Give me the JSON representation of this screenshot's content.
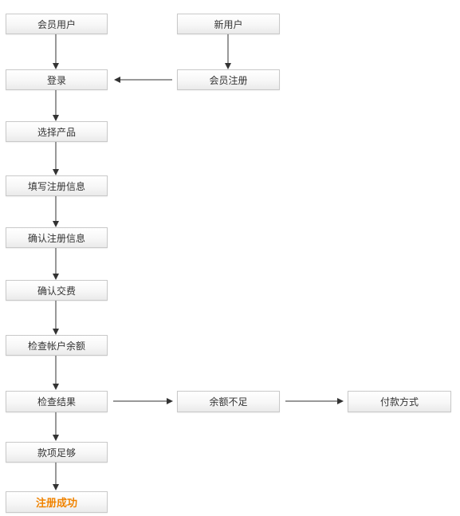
{
  "flowchart": {
    "nodes": {
      "member_user": "会员用户",
      "new_user": "新用户",
      "login": "登录",
      "member_register": "会员注册",
      "select_product": "选择产品",
      "fill_info": "填写注册信息",
      "confirm_info": "确认注册信息",
      "confirm_payment": "确认交费",
      "check_balance": "检查帐户余额",
      "check_result": "检查结果",
      "insufficient": "余额不足",
      "payment_method": "付款方式",
      "sufficient": "款项足够",
      "success": "注册成功"
    },
    "edges": [
      [
        "member_user",
        "login"
      ],
      [
        "new_user",
        "member_register"
      ],
      [
        "member_register",
        "login"
      ],
      [
        "login",
        "select_product"
      ],
      [
        "select_product",
        "fill_info"
      ],
      [
        "fill_info",
        "confirm_info"
      ],
      [
        "confirm_info",
        "confirm_payment"
      ],
      [
        "confirm_payment",
        "check_balance"
      ],
      [
        "check_balance",
        "check_result"
      ],
      [
        "check_result",
        "insufficient"
      ],
      [
        "insufficient",
        "payment_method"
      ],
      [
        "check_result",
        "sufficient"
      ],
      [
        "sufficient",
        "success"
      ]
    ],
    "colors": {
      "success_text": "#f08300",
      "box_border": "#c9c9c9",
      "arrow": "#333333"
    }
  }
}
